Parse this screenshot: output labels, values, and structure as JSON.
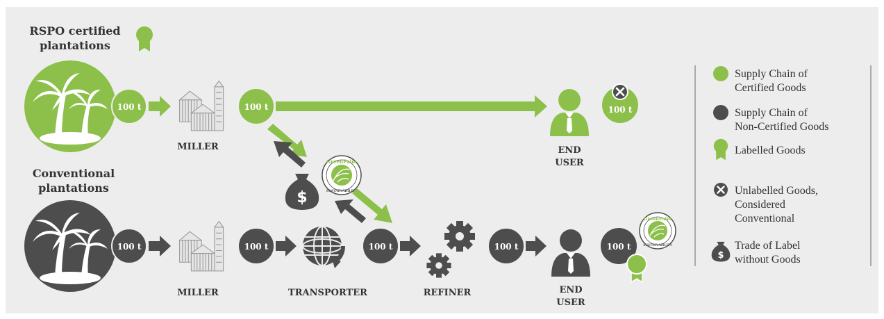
{
  "colors": {
    "green": "#8dc04b",
    "dark": "#4d4d4d",
    "background": "#ededed",
    "text": "#333333"
  },
  "top_row": {
    "title_line1": "RSPO certified",
    "title_line2": "plantations",
    "badge_1": "100 t",
    "miller_label": "MILLER",
    "badge_2": "100 t",
    "end_user_line1": "END",
    "end_user_line2": "USER",
    "end_badge": "100 t"
  },
  "bottom_row": {
    "title_line1": "Conventional",
    "title_line2": "plantations",
    "badge_1": "100 t",
    "miller_label": "MILLER",
    "badge_2": "100 t",
    "transporter_label": "TRANSPORTER",
    "badge_3": "100 t",
    "refiner_label": "REFINER",
    "badge_4": "100 t",
    "end_user_line1": "END",
    "end_user_line2": "USER",
    "end_badge": "100 t"
  },
  "greenpalm": {
    "top": "GreenPalm",
    "bottom": "SUSTAINABILITY"
  },
  "legend": {
    "certified_line1": "Supply Chain of",
    "certified_line2": "Certified Goods",
    "noncertified_line1": "Supply Chain of",
    "noncertified_line2": "Non-Certified Goods",
    "labelled": "Labelled Goods",
    "unlabelled_line1": "Unlabelled Goods,",
    "unlabelled_line2": "Considered",
    "unlabelled_line3": "Conventional",
    "trade_line1": "Trade of Label",
    "trade_line2": "without Goods"
  }
}
